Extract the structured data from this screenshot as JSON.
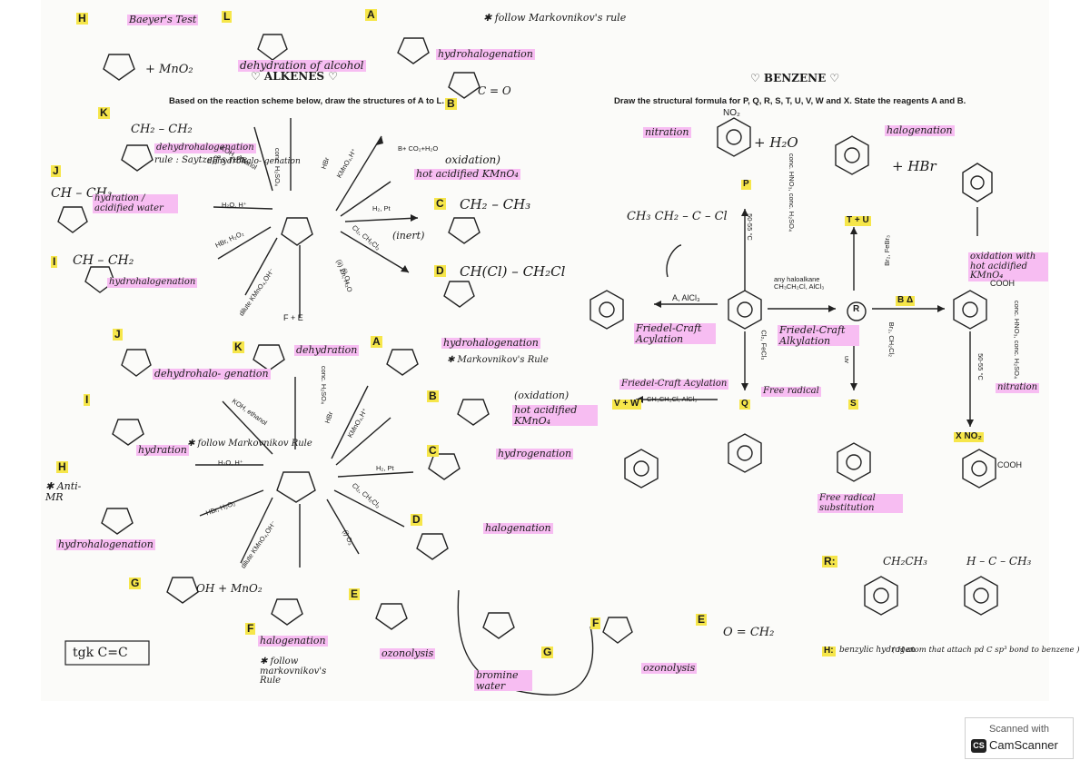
{
  "document": {
    "alkenes_heading": "♡ ALKENES ♡",
    "benzene_heading": "♡ BENZENE ♡",
    "alkene_question": "Based on the reaction scheme below, draw the structures of A to L.",
    "benzene_question": "Draw the structural formula for P, Q, R, S, T, U, V, W and X. State the reagents A and B.",
    "footer_note": "tgk  C=C"
  },
  "tags": {
    "H": "H",
    "L": "L",
    "A": "A",
    "B": "B",
    "C": "C",
    "D": "D",
    "E": "E",
    "F": "F",
    "G": "G",
    "I": "I",
    "J": "J",
    "K": "K",
    "R": "R:",
    "H2": "H:"
  },
  "handwriting": {
    "baeyers_test": "Baeyer's Test",
    "mno2_1": "+ MnO₂",
    "dehydration_alcohol": "dehydration of alcohol",
    "follow_mark_top": "✱ follow Markovnikov's rule",
    "hydrohalogenation_1": "hydrohalogenation",
    "oxidation_hot": "oxidation)",
    "hot_acidified": "hot acidified KMnO₄",
    "b_formula": "C = O",
    "c_formula": "CH₂ – CH₃",
    "d_formula": "CH(Cl) – CH₂Cl",
    "inert": "(inert)",
    "k_formula": "CH₂ – CH₂",
    "dehydrohalogenation": "dehydrohalogenation",
    "saytzeff": "rule : Saytzeff's rule",
    "j_formula": "CH – CH₃",
    "hydration_acidified": "hydration / acidified water",
    "i_formula": "CH – CH₂",
    "hydrohalogenation_2": "hydrohalogenation",
    "dehydrohalo2": "dehydrohalo- genation",
    "dehydration2": "dehydration",
    "hydration2": "hydration",
    "follow_mark_mid": "✱ follow Markovnikov Rule",
    "hydrohalo3": "hydrohalogenation",
    "mark_rule3": "✱ Markovnikov's Rule",
    "oxidation2": "(oxidation)",
    "hot_acid2": "hot acidified KMnO₄",
    "hydrogenation": "hydrogenation",
    "halogenation1": "halogenation",
    "anti_mr": "✱ Anti- MR",
    "hydrohalo4": "hydrohalogenation",
    "oh_mno2": "OH + MnO₂",
    "halogenation2": "halogenation",
    "follow_mark_bot": "✱ follow markovnikov's Rule",
    "ozonolysis1": "ozonolysis",
    "bromine_water": "bromine water",
    "ozonolysis2": "ozonolysis",
    "ch2o": "O = CH₂",
    "nitration": "nitration",
    "plus_h2o": "+ H₂O",
    "halogenation_b": "halogenation",
    "plus_hbr": "+ HBr",
    "acid_chloride": "CH₃ CH₂ – C – Cl",
    "friedel_acyl": "Friedel-Craft Acylation",
    "friedel_alk": "Friedel-Craft Alkylation",
    "friedel_acyl2": "Friedel-Craft Acylation",
    "free_radical": "Free radical",
    "free_radical_sub": "Free radical substitution",
    "oxidation_b": "oxidation with hot acidified KMnO₄",
    "nitration2": "nitration",
    "r_formula": "CH₂CH₃",
    "benzylic": "benzylic hydrogen",
    "benzylic_note": "( H atom that attach pd C sp³ bond to benzene )",
    "h_c_ch3": "H – C – CH₃"
  },
  "printed": {
    "reagent_kmno4": "KMnO₄,H⁺",
    "reagent_b_co2": "B+ CO₂+H₂O",
    "reagent_h2pt": "H₂, Pt",
    "reagent_cl2": "Cl₂, CH₂Cl₂",
    "reagent_hbr": "HBr",
    "reagent_h2o_h": "H₂O, H⁺",
    "reagent_peroxide": "HBr, H₂O₂",
    "reagent_koh": "KOH, ethanol",
    "reagent_dilute": "dilute KMnO₄,OH⁻",
    "reagent_conc": "conc. H₂SO₄",
    "reagent_o3": "(i) O₃",
    "reagent_zn": "(ii) Zn, H₂O",
    "f_e": "F + E",
    "nitration_cond": "conc. HNO₃, conc. H₂SO₄",
    "temp": "50-55 °C",
    "reagent_a_alcl3": "A, AlCl₃",
    "any_haloalkane": "any haloalkane CH₃CH₂Cl, AlCl₃",
    "br2_febr3": "Br₂, FeBr₃",
    "cl2_fecl3": "Cl₂, FeCl₃",
    "br2_ch2cl2": "Br₂, CH₂Cl₂",
    "uv": "uv",
    "ch3ch2cl_alcl3": "CH₃CH₂Cl, AlCl₃",
    "b_delta": "B  Δ",
    "t_u": "T + U",
    "p": "P",
    "q": "Q",
    "r": "R",
    "s": "S",
    "v_w": "V + W",
    "x_no2": "X  NO₂",
    "cooh": "COOH",
    "no2_top": "NO₂"
  },
  "stamp": {
    "scanned_with": "Scanned with",
    "brand": "CamScanner",
    "logo": "CS"
  },
  "colors": {
    "pink_highlight": "#f7bdf2",
    "yellow_highlight": "#f6e64a",
    "ink": "#1a1a1a"
  }
}
